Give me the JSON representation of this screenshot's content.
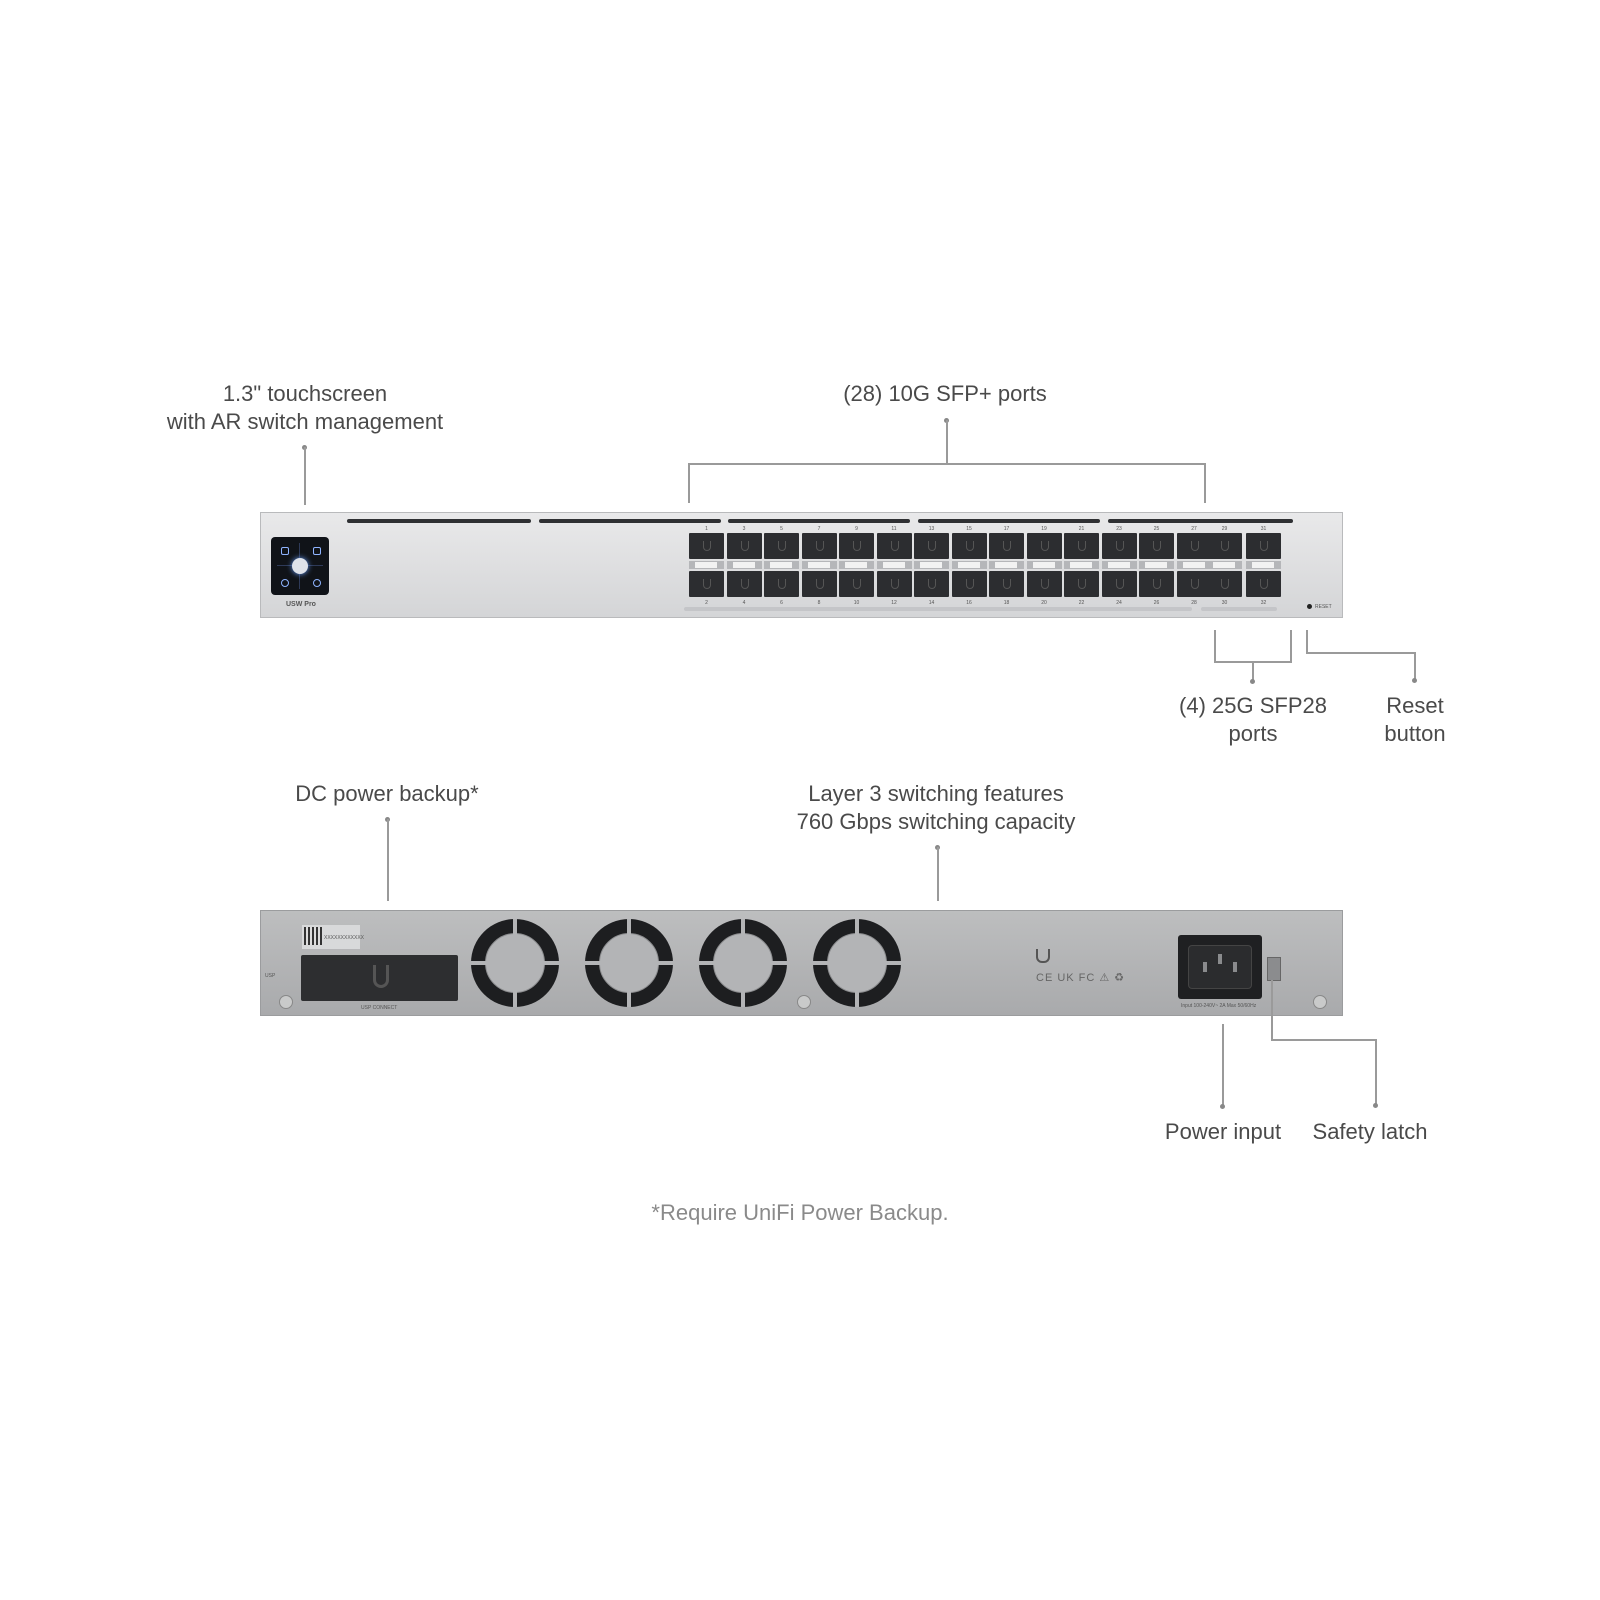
{
  "callouts": {
    "touchscreen": [
      "1.3\" touchscreen",
      "with AR switch management"
    ],
    "sfp_plus": "(28) 10G SFP+ ports",
    "sfp28": [
      "(4) 25G SFP28",
      "ports"
    ],
    "reset": [
      "Reset",
      "button"
    ],
    "dc_backup": "DC power backup*",
    "layer3": [
      "Layer 3 switching features",
      "760 Gbps switching capacity"
    ],
    "power_input": "Power input",
    "safety_latch": "Safety latch"
  },
  "footnote": "*Require UniFi Power Backup.",
  "front_panel": {
    "model_label": "USW Pro",
    "reset_label": "RESET",
    "sfp_plus_top_numbers": [
      "1",
      "3",
      "5",
      "7",
      "9",
      "11",
      "13",
      "15",
      "17",
      "19",
      "21",
      "23",
      "25",
      "27"
    ],
    "sfp_plus_bottom_numbers": [
      "2",
      "4",
      "6",
      "8",
      "10",
      "12",
      "14",
      "16",
      "18",
      "20",
      "22",
      "24",
      "26",
      "28"
    ],
    "sfp28_top_numbers": [
      "29",
      "31"
    ],
    "sfp28_bottom_numbers": [
      "30",
      "32"
    ]
  },
  "rear_panel": {
    "usp_connect_label": "USP CONNECT",
    "power_rating": "Input 100-240V~ 2A Max 50/60Hz",
    "sticker_text": "XXXXXXXXXXXX",
    "cert_marks": "CE UK FC ⚠ ♻"
  }
}
